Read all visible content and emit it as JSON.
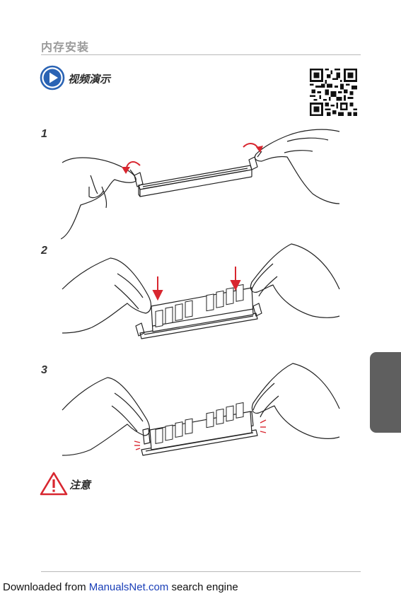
{
  "header": {
    "title": "内存安装"
  },
  "video": {
    "label": "视频演示"
  },
  "steps": [
    {
      "number": "1"
    },
    {
      "number": "2"
    },
    {
      "number": "3"
    }
  ],
  "note": {
    "label": "注意"
  },
  "footer": {
    "prefix": "Downloaded from ",
    "link": "ManualsNet.com",
    "suffix": " search engine"
  },
  "colors": {
    "accent_blue": "#2a63b4",
    "arrow_red": "#d8262f",
    "warning_red": "#d8262f",
    "side_tab": "#5f5f5f"
  }
}
